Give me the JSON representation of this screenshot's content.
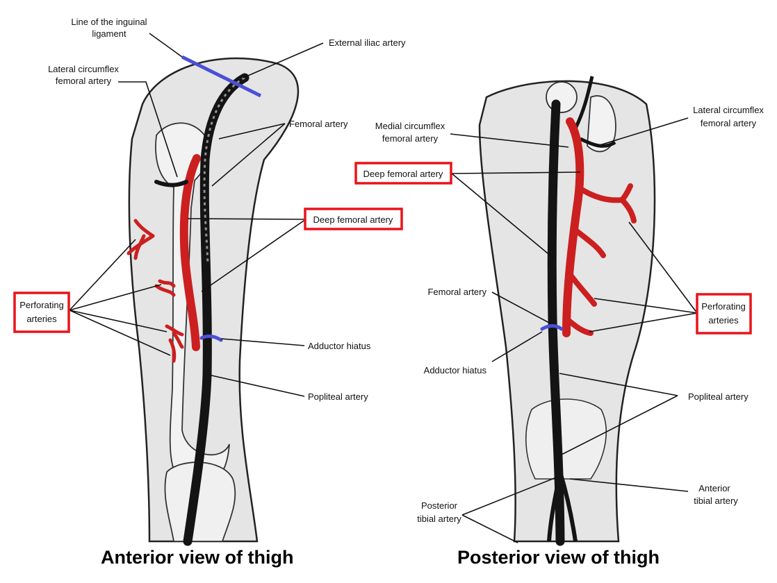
{
  "anterior": {
    "caption": "Anterior view of thigh",
    "labels": {
      "inguinal_line_1": "Line of the inguinal",
      "inguinal_line_2": "ligament",
      "external_iliac": "External iliac artery",
      "lateral_circumflex_1": "Lateral circumflex",
      "lateral_circumflex_2": "femoral artery",
      "femoral_artery": "Femoral artery",
      "deep_femoral": "Deep femoral artery",
      "perforating_1": "Perforating",
      "perforating_2": "arteries",
      "adductor_hiatus": "Adductor hiatus",
      "popliteal": "Popliteal artery"
    }
  },
  "posterior": {
    "caption": "Posterior view of thigh",
    "labels": {
      "medial_circumflex_1": "Medial circumflex",
      "medial_circumflex_2": "femoral artery",
      "lateral_circumflex_1": "Lateral circumflex",
      "lateral_circumflex_2": "femoral artery",
      "deep_femoral": "Deep femoral artery",
      "femoral_artery": "Femoral artery",
      "perforating_1": "Perforating",
      "perforating_2": "arteries",
      "adductor_hiatus": "Adductor hiatus",
      "popliteal": "Popliteal artery",
      "anterior_tibial_1": "Anterior",
      "anterior_tibial_2": "tibial artery",
      "posterior_tibial_1": "Posterior",
      "posterior_tibial_2": "tibial artery"
    }
  },
  "colors": {
    "artery_red": "#cc1f1f",
    "highlight_box": "#e8141a",
    "vessel_black": "#141414",
    "ligament_blue": "#4b4fd6",
    "limb_fill": "#e6e6e6"
  }
}
